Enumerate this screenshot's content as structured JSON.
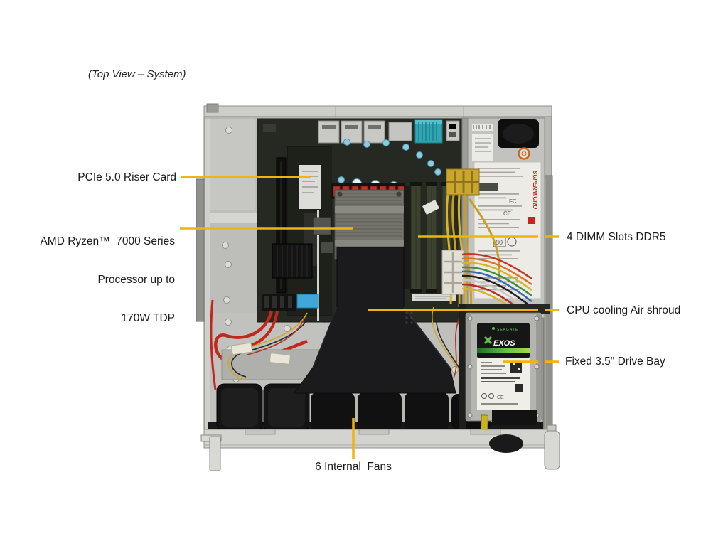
{
  "title": "(Top View – System)",
  "callouts": {
    "riser": "PCIe 5.0 Riser Card",
    "cpu_line1": "AMD Ryzen™  7000 Series",
    "cpu_line2": "Processor up to",
    "cpu_line3": "170W TDP",
    "dimm": "4 DIMM Slots DDR5",
    "air_shroud": "CPU cooling Air shroud",
    "drive_bay": "Fixed 3.5\" Drive Bay",
    "fans": "6 Internal  Fans"
  },
  "hardware_text": {
    "psu_brand": "SUPERMICRO",
    "psu_mark_fc": "FC",
    "psu_mark_ce": "CE",
    "psu_badge_80plus": "80",
    "drive_maker": "SEAGATE",
    "drive_brand": "EXOS",
    "drive_mark_ce": "CE"
  },
  "colors": {
    "leader_line": "#F2B30B",
    "label_text": "#1A1A1A",
    "chassis_silver": "#C9C9C5",
    "floor_gray": "#B7B7B3",
    "pcb_dark": "#262822",
    "air_shroud_black": "#1B1B1D",
    "heatsink_teal": "#2FA6B2",
    "exos_green": "#69BF49",
    "cable_yellow": "#D9B32C",
    "cable_red": "#C0281E"
  }
}
